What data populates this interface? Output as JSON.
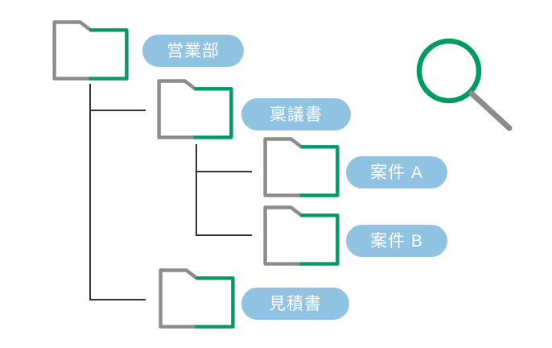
{
  "diagram": {
    "type": "folder-tree",
    "nodes": [
      {
        "label": "営業部",
        "level": 0,
        "parent": null
      },
      {
        "label": "稟議書",
        "level": 1,
        "parent": "営業部"
      },
      {
        "label": "案件 A",
        "level": 2,
        "parent": "稟議書"
      },
      {
        "label": "案件 B",
        "level": 2,
        "parent": "稟議書"
      },
      {
        "label": "見積書",
        "level": 1,
        "parent": "営業部"
      }
    ],
    "icons": [
      {
        "name": "folder-icon"
      },
      {
        "name": "magnifier-icon"
      }
    ],
    "colors": {
      "folder_outline_gray": "#8c8c8c",
      "folder_outline_green": "#009b63",
      "label_background": "#8fc3e1",
      "label_text": "#ffffff",
      "connector_line": "#333333"
    }
  }
}
